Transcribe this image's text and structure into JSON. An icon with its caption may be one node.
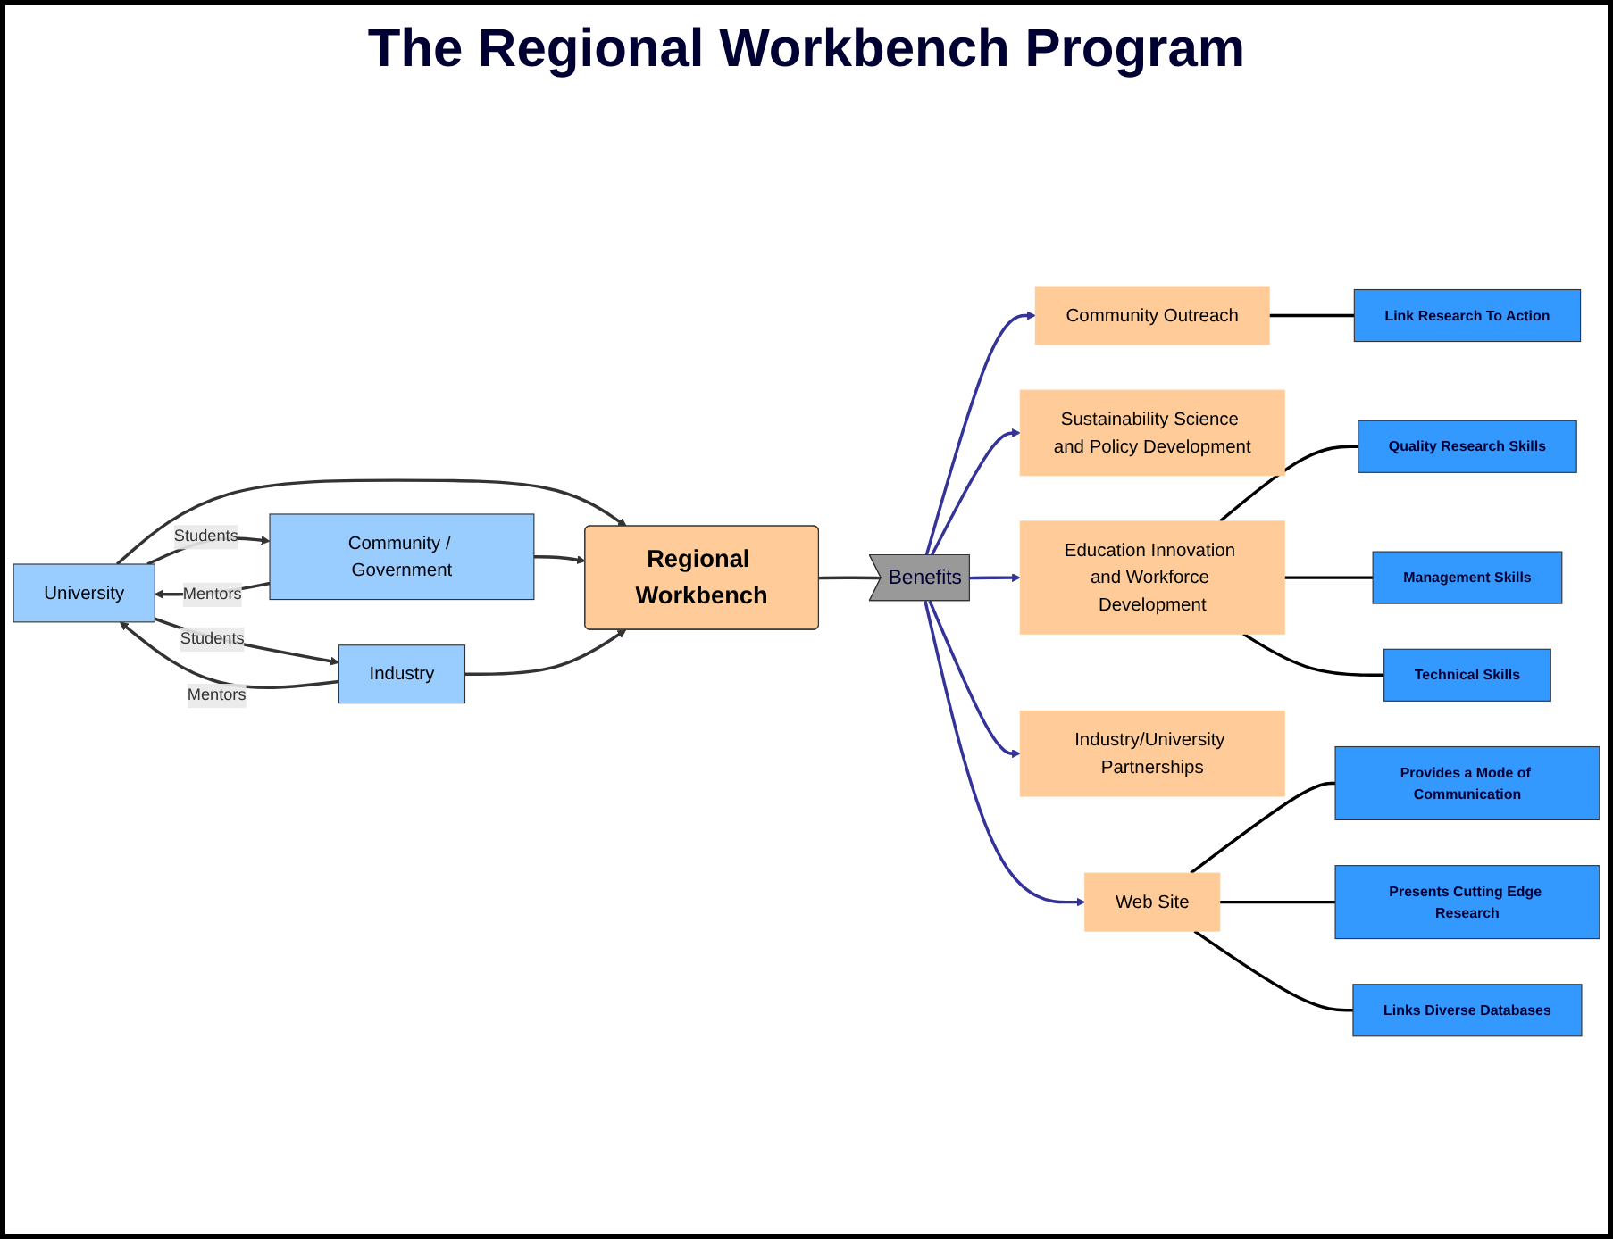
{
  "diagram": {
    "title": "The Regional Workbench Program",
    "nodes": [
      {
        "text": [
          "University"
        ]
      },
      {
        "text": [
          "Community / Government"
        ]
      },
      {
        "text": [
          "Industry"
        ]
      },
      {
        "text": [
          "Regional Workbench"
        ]
      },
      {
        "text": [
          "Benefits"
        ]
      },
      {
        "text": [
          "Community Outreach"
        ]
      },
      {
        "text": [
          "Link Research To Action"
        ]
      },
      {
        "text": [
          "Sustainability Science and Policy Development"
        ]
      },
      {
        "text": [
          "Education Innovation and Workforce Development"
        ]
      },
      {
        "text": [
          "Quality Research Skills"
        ]
      },
      {
        "text": [
          "Management Skills"
        ]
      },
      {
        "text": [
          "Technical Skills"
        ]
      },
      {
        "text": [
          "Industry/University Partnerships"
        ]
      },
      {
        "text": [
          "Web Site"
        ]
      },
      {
        "text": [
          "Provides a Mode of Communication"
        ]
      },
      {
        "text": [
          "Presents Cutting Edge Research"
        ]
      },
      {
        "text": [
          "Links Diverse Databases"
        ]
      }
    ],
    "edges": [
      {
        "from": 1,
        "to": 0,
        "arrow": "to",
        "label": "Mentors"
      },
      {
        "from": 0,
        "to": 1,
        "arrow": "to",
        "label": "Students"
      },
      {
        "from": 2,
        "to": 0,
        "arrow": "to",
        "label": "Mentors"
      },
      {
        "from": 0,
        "to": 2,
        "arrow": "to",
        "label": "Students"
      },
      {
        "from": 0,
        "to": 3,
        "arrow": "to"
      },
      {
        "from": 1,
        "to": 3,
        "arrow": "to"
      },
      {
        "from": 2,
        "to": 3,
        "arrow": "to"
      },
      {
        "from": 3,
        "to": 4,
        "arrow": "none"
      },
      {
        "from": 4,
        "to": 5,
        "arrow": "to",
        "color": "#333399"
      },
      {
        "from": 4,
        "to": 7,
        "arrow": "to",
        "color": "#333399"
      },
      {
        "from": 4,
        "to": 8,
        "arrow": "to",
        "color": "#333399"
      },
      {
        "from": 4,
        "to": 12,
        "arrow": "to",
        "color": "#333399"
      },
      {
        "from": 4,
        "to": 13,
        "arrow": "to",
        "color": "#333399"
      },
      {
        "from": 5,
        "to": 6,
        "arrow": "none",
        "color": "#000000"
      },
      {
        "from": 8,
        "to": 9,
        "arrow": "none",
        "color": "#000000"
      },
      {
        "from": 8,
        "to": 10,
        "arrow": "none",
        "color": "#000000"
      },
      {
        "from": 8,
        "to": 11,
        "arrow": "none",
        "color": "#000000"
      },
      {
        "from": 13,
        "to": 14,
        "arrow": "none",
        "color": "#000000"
      },
      {
        "from": 13,
        "to": 15,
        "arrow": "none",
        "color": "#000000"
      },
      {
        "from": 13,
        "to": 16,
        "arrow": "none",
        "color": "#000000"
      }
    ]
  }
}
